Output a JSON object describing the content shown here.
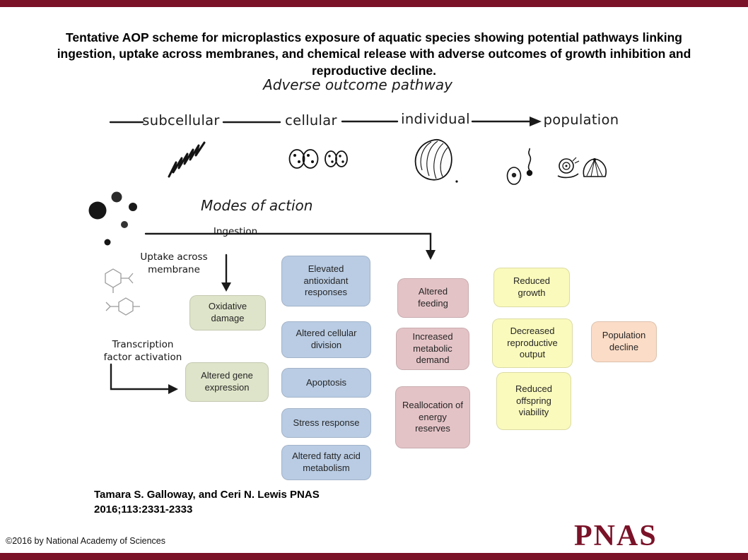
{
  "colors": {
    "maroon": "#7a1228",
    "box_green": "#dee4c9",
    "box_blue": "#b9cce4",
    "box_pink": "#e4c3c6",
    "box_yellow": "#fafabc",
    "box_peach": "#fbdcc6",
    "ink": "#1a1a1a"
  },
  "title": "Tentative AOP scheme for microplastics exposure of aquatic species showing potential pathways linking ingestion, uptake across membranes, and chemical release with adverse outcomes of growth inhibition and reproductive decline.",
  "diagram": {
    "heading": "Adverse outcome pathway",
    "modes_heading": "Modes of action",
    "stages": [
      "subcellular",
      "cellular",
      "individual",
      "population"
    ],
    "labels": {
      "ingestion": "Ingestion",
      "uptake": "Uptake across membrane",
      "transcription": "Transcription factor activation"
    },
    "icons": [
      "microplastic-particles",
      "dna-scribble",
      "dividing-cells",
      "mussel",
      "egg-cell",
      "sperm-cell",
      "snail",
      "clam",
      "chemical-structures"
    ],
    "columns": {
      "green": [
        "Oxidative damage",
        "Altered gene expression"
      ],
      "blue": [
        "Elevated antioxidant responses",
        "Altered cellular division",
        "Apoptosis",
        "Stress response",
        "Altered fatty acid metabolism"
      ],
      "pink": [
        "Altered feeding",
        "Increased metabolic demand",
        "Reallocation of energy reserves"
      ],
      "yellow": [
        "Reduced growth",
        "Decreased reproductive output",
        "Reduced offspring viability"
      ],
      "peach": [
        "Population decline"
      ]
    }
  },
  "citation": {
    "line1": "Tamara S. Galloway, and Ceri N. Lewis PNAS",
    "line2": "2016;113:2331-2333"
  },
  "footer": {
    "copyright": "©2016 by National Academy of Sciences",
    "logo_text": "PNAS"
  }
}
